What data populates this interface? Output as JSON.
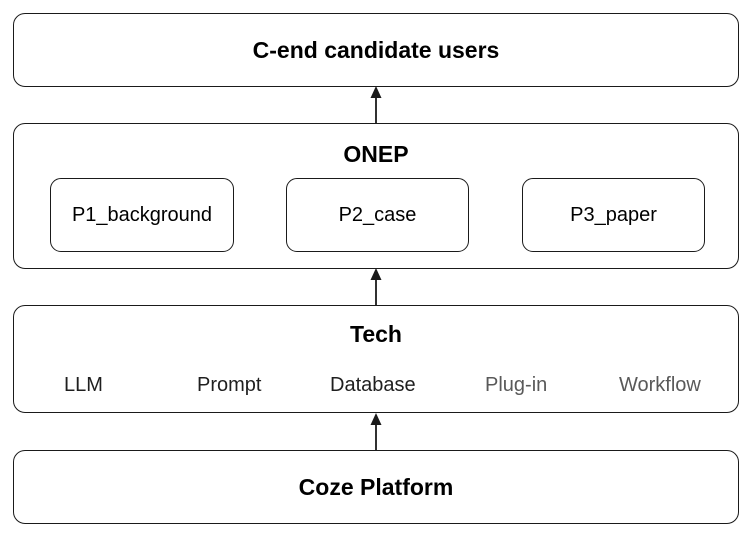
{
  "layers": {
    "users": {
      "title": "C-end candidate users"
    },
    "onep": {
      "title": "ONEP",
      "modules": [
        "P1_background",
        "P2_case",
        "P3_paper"
      ]
    },
    "tech": {
      "title": "Tech",
      "items": [
        "LLM",
        "Prompt",
        "Database",
        "Plug-in",
        "Workflow"
      ]
    },
    "platform": {
      "title": "Coze Platform"
    }
  },
  "colors": {
    "stroke": "#1a1a1a",
    "text": "#000000",
    "muted_text": "#595959"
  }
}
